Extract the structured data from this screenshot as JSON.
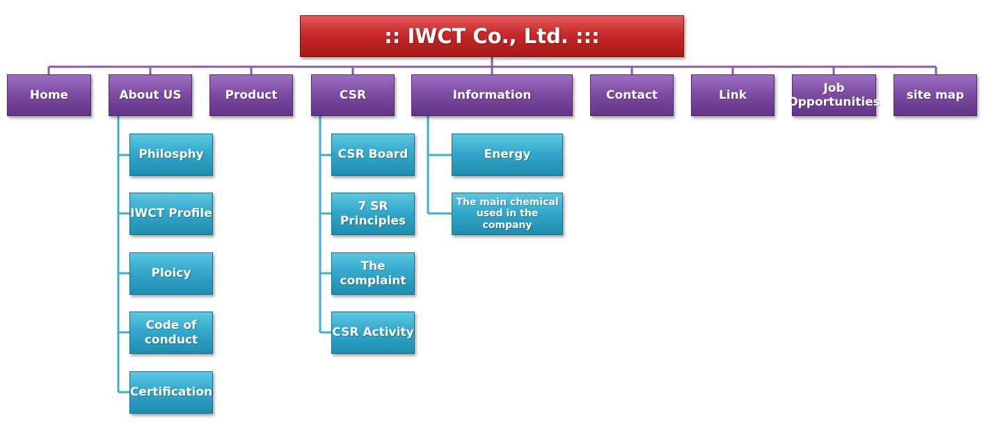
{
  "root": {
    "label": ":: IWCT Co., Ltd. :::"
  },
  "top": {
    "home": "Home",
    "about": "About US",
    "product": "Product",
    "csr": "CSR",
    "information": "Information",
    "contact": "Contact",
    "link": "Link",
    "jobs": "Job\nOpportunities",
    "sitemap": "site map"
  },
  "about_children": [
    "Philosphy",
    "IWCT Profile",
    "Ploicy",
    "Code of\nconduct",
    "Certification"
  ],
  "csr_children": [
    "CSR Board",
    "7 SR\nPrinciples",
    "The\ncomplaint",
    "CSR Activity"
  ],
  "information_children": [
    "Energy",
    "The main chemical\nused in the\ncompany"
  ],
  "colors": {
    "root": "#c8282a",
    "top_level": "#7d4da6",
    "sub_level": "#34a9cb",
    "connector_top": "#8a5aae",
    "connector_sub": "#3ab0d0"
  }
}
